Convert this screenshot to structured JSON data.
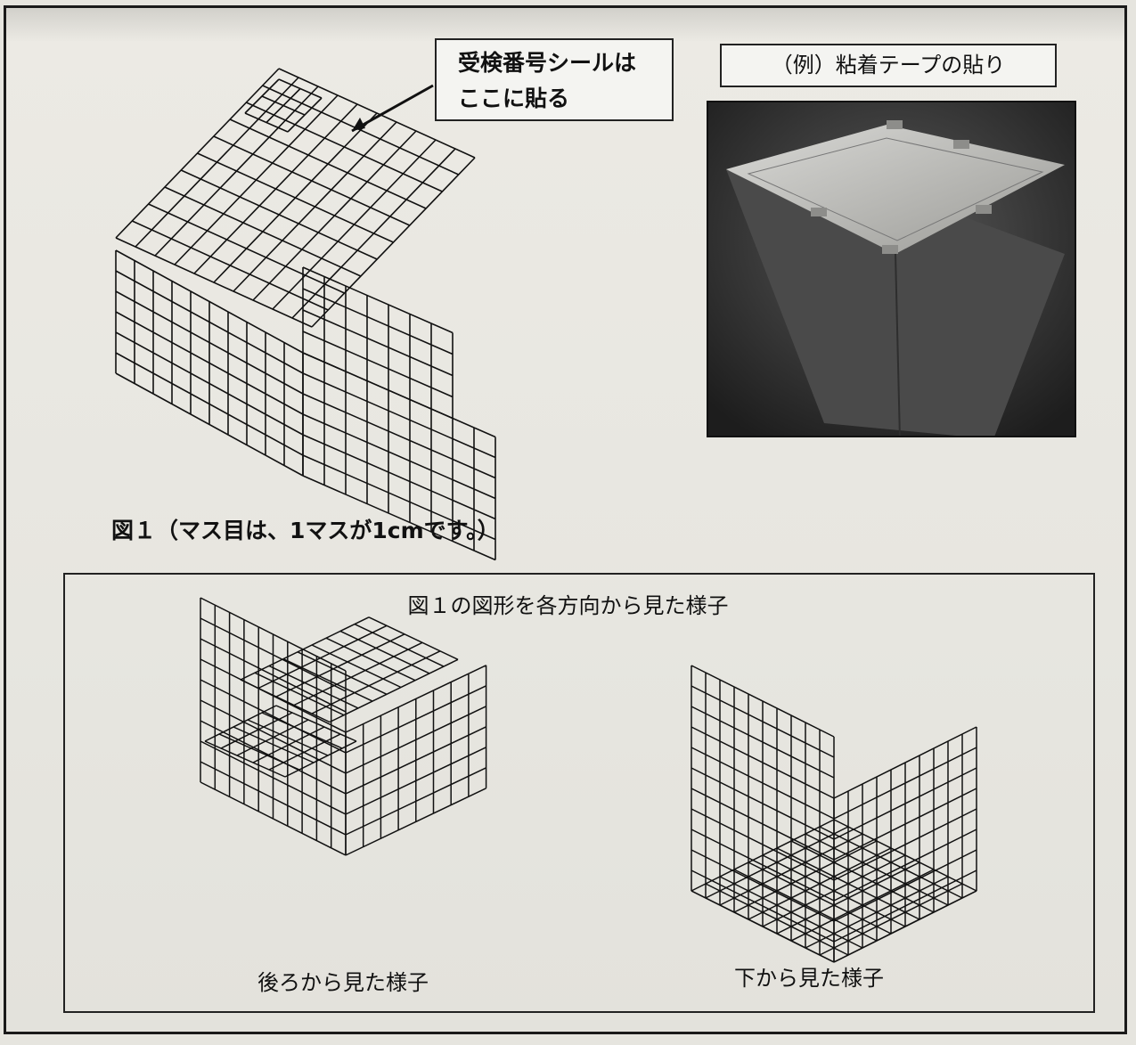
{
  "callout": {
    "line1": "受検番号シールは",
    "line2": "ここに貼る"
  },
  "example": {
    "label": "（例）粘着テープの貼り"
  },
  "figure1": {
    "caption": "図１（マス目は、1マスが1cmです。）"
  },
  "views": {
    "title": "図１の図形を各方向から見た様子",
    "back_label": "後ろから見た様子",
    "bottom_label": "下から見た様子"
  }
}
